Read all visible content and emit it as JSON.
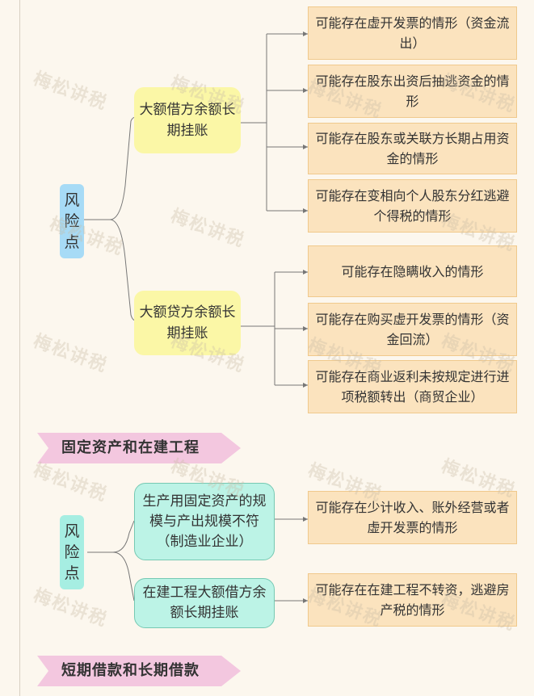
{
  "section1": {
    "risk_label": "风险点",
    "branches": [
      {
        "label": "大额借方余额长期挂账",
        "leaves": [
          "可能存在虚开发票的情形（资金流出）",
          "可能存在股东出资后抽逃资金的情形",
          "可能存在股东或关联方长期占用资金的情形",
          "可能存在变相向个人股东分红逃避个得税的情形"
        ]
      },
      {
        "label": "大额贷方余额长期挂账",
        "leaves": [
          "可能存在隐瞒收入的情形",
          "可能存在购买虚开发票的情形（资金回流）",
          "可能存在商业返利未按规定进行进项税额转出（商贸企业）"
        ]
      }
    ]
  },
  "header2": "固定资产和在建工程",
  "section2": {
    "risk_label": "风险点",
    "branches": [
      {
        "label": "生产用固定资产的规模与产出规模不符（制造业企业）",
        "leaves": [
          "可能存在少计收入、账外经营或者虚开发票的情形"
        ]
      },
      {
        "label": "在建工程大额借方余额长期挂账",
        "leaves": [
          "可能存在在建工程不转资，逃避房产税的情形"
        ]
      }
    ]
  },
  "header3": "短期借款和长期借款",
  "watermark": "梅松讲税",
  "colors": {
    "risk1": "#a7dbf6",
    "risk2": "#a6eee2",
    "branch1": "#fbf7a6",
    "branch2": "#bcf3e6",
    "leaf": "#fbe3be",
    "header": "#f3c7df"
  }
}
